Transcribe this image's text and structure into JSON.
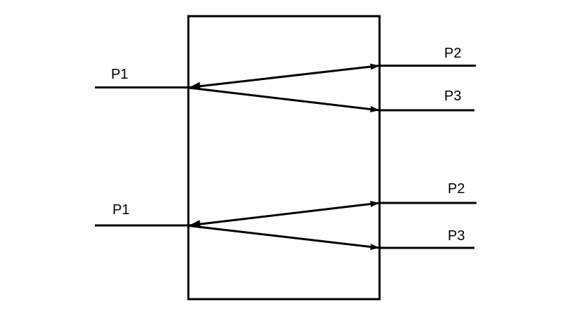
{
  "diagram": {
    "description_colors": {
      "background": "#ffffff",
      "line": "#000000"
    },
    "groups": [
      {
        "input_label": "P1",
        "output_top_label": "P2",
        "output_bottom_label": "P3"
      },
      {
        "input_label": "P1",
        "output_top_label": "P2",
        "output_bottom_label": "P3"
      }
    ]
  }
}
